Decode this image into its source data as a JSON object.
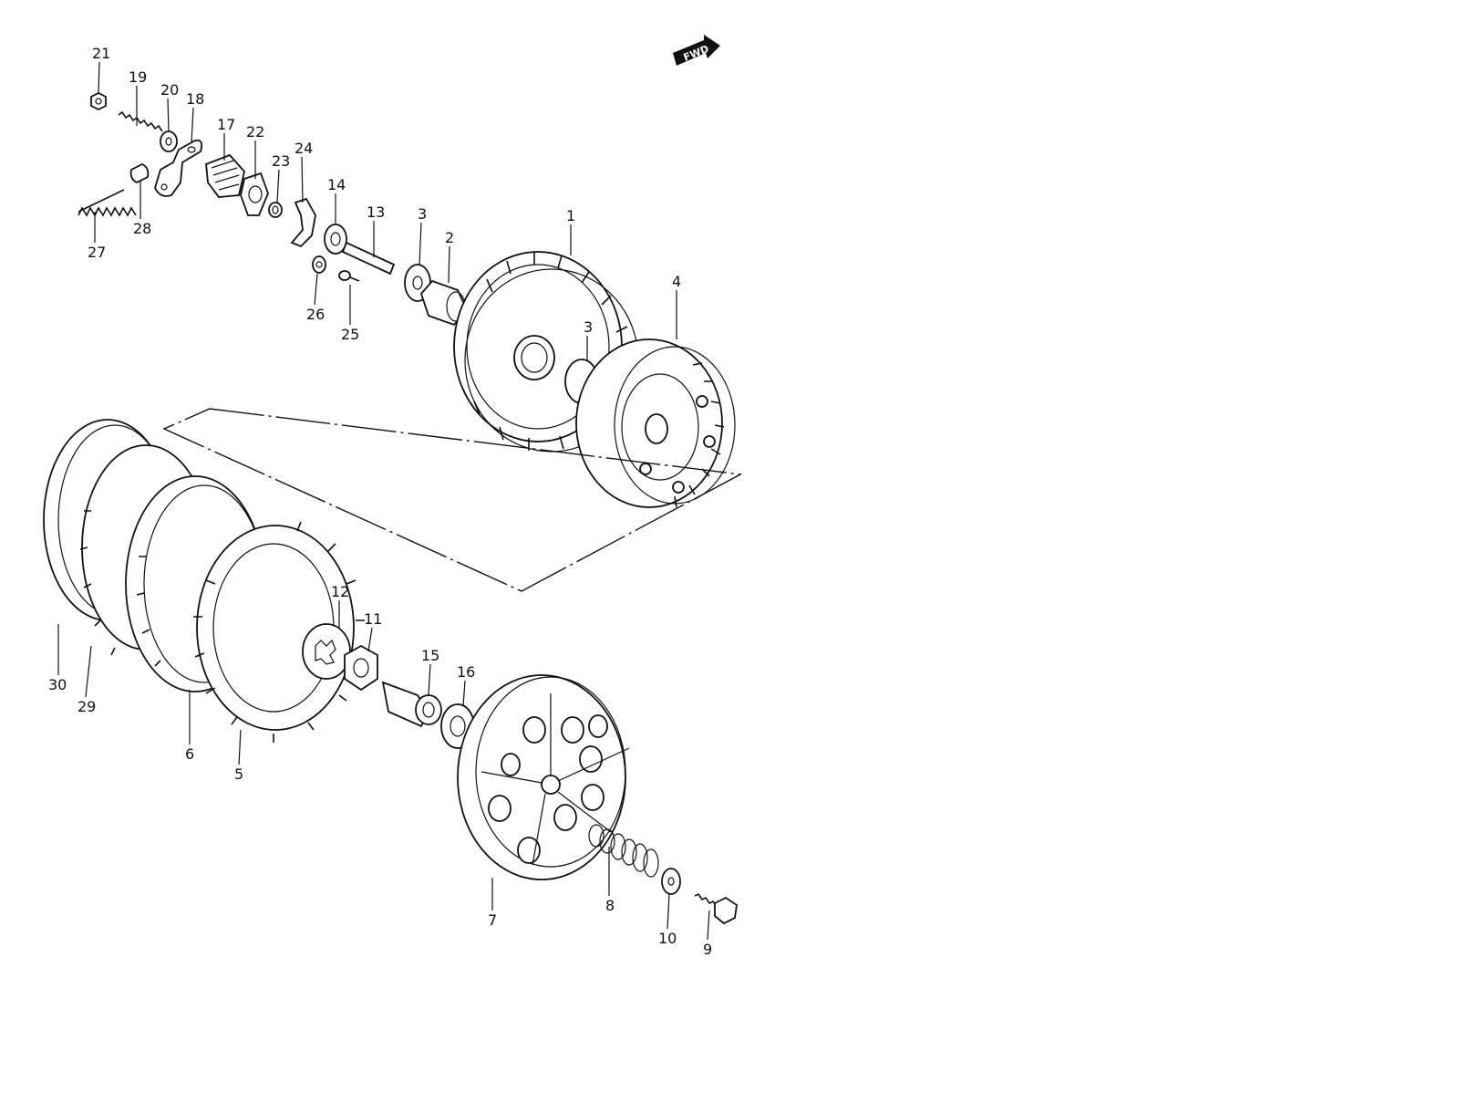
{
  "diagram": {
    "fwd_label": "FWD",
    "callouts": [
      {
        "id": "21",
        "text": "21"
      },
      {
        "id": "19",
        "text": "19"
      },
      {
        "id": "20",
        "text": "20"
      },
      {
        "id": "18",
        "text": "18"
      },
      {
        "id": "17",
        "text": "17"
      },
      {
        "id": "22",
        "text": "22"
      },
      {
        "id": "23",
        "text": "23"
      },
      {
        "id": "24",
        "text": "24"
      },
      {
        "id": "14",
        "text": "14"
      },
      {
        "id": "13",
        "text": "13"
      },
      {
        "id": "3a",
        "text": "3"
      },
      {
        "id": "2",
        "text": "2"
      },
      {
        "id": "1",
        "text": "1"
      },
      {
        "id": "27",
        "text": "27"
      },
      {
        "id": "28",
        "text": "28"
      },
      {
        "id": "26",
        "text": "26"
      },
      {
        "id": "25",
        "text": "25"
      },
      {
        "id": "3b",
        "text": "3"
      },
      {
        "id": "4",
        "text": "4"
      },
      {
        "id": "12",
        "text": "12"
      },
      {
        "id": "11",
        "text": "11"
      },
      {
        "id": "15",
        "text": "15"
      },
      {
        "id": "16",
        "text": "16"
      },
      {
        "id": "30",
        "text": "30"
      },
      {
        "id": "29",
        "text": "29"
      },
      {
        "id": "6",
        "text": "6"
      },
      {
        "id": "5",
        "text": "5"
      },
      {
        "id": "7",
        "text": "7"
      },
      {
        "id": "8",
        "text": "8"
      },
      {
        "id": "10",
        "text": "10"
      },
      {
        "id": "9",
        "text": "9"
      }
    ]
  }
}
